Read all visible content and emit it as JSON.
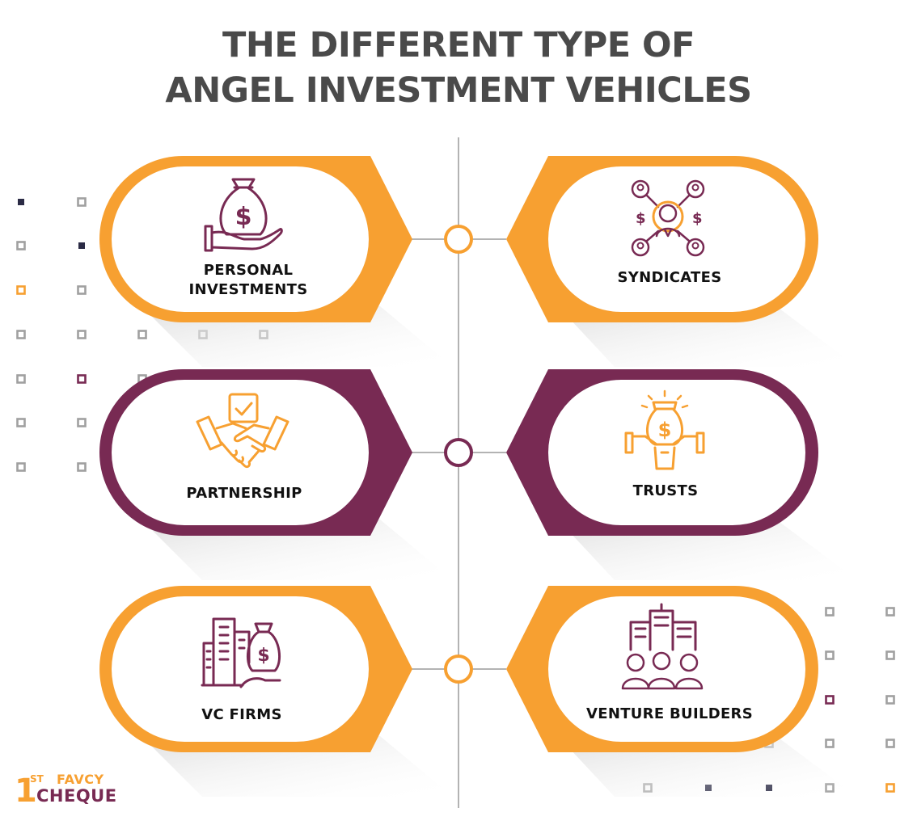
{
  "title": {
    "line1": "THE DIFFERENT TYPE OF",
    "line2": "ANGEL INVESTMENT VEHICLES"
  },
  "colors": {
    "orange": "#f7a031",
    "purple": "#782a53",
    "title_text": "#4a4a4a",
    "line": "#9a9a9a",
    "dot_gray": "#a0a0a0",
    "dot_dark": "#2b2b45"
  },
  "vehicles": [
    {
      "label_line1": "PERSONAL",
      "label_line2": "INVESTMENTS",
      "color": "orange",
      "side": "left",
      "icon": "money-bag-hand-icon"
    },
    {
      "label_line1": "SYNDICATES",
      "label_line2": "",
      "color": "orange",
      "side": "right",
      "icon": "syndicate-network-icon"
    },
    {
      "label_line1": "PARTNERSHIP",
      "label_line2": "",
      "color": "purple",
      "side": "left",
      "icon": "handshake-icon"
    },
    {
      "label_line1": "TRUSTS",
      "label_line2": "",
      "color": "purple",
      "side": "right",
      "icon": "trust-hands-money-icon"
    },
    {
      "label_line1": "VC FIRMS",
      "label_line2": "",
      "color": "orange",
      "side": "left",
      "icon": "buildings-money-bag-icon"
    },
    {
      "label_line1": "VENTURE BUILDERS",
      "label_line2": "",
      "color": "orange",
      "side": "right",
      "icon": "team-buildings-icon"
    }
  ],
  "logo": {
    "number": "1",
    "superscript": "ST",
    "brand": "FAVCY",
    "word": "CHEQUE"
  }
}
